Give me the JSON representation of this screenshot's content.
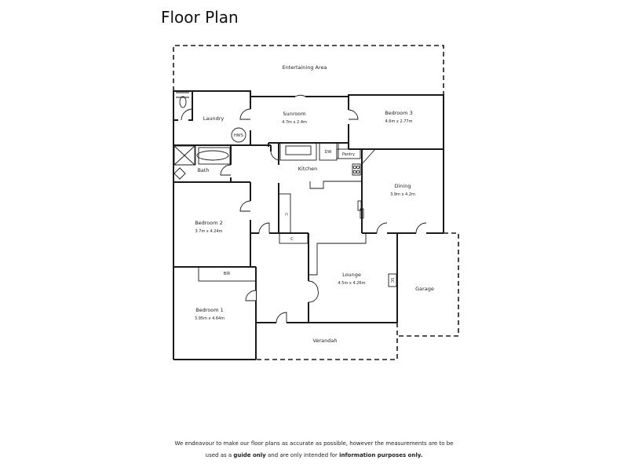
{
  "title": "Floor Plan",
  "rooms": {
    "entertaining": {
      "name": "Entertaining Area"
    },
    "laundry": {
      "name": "Laundry"
    },
    "hws": {
      "name": "HWS"
    },
    "sunroom": {
      "name": "Sunroom",
      "size": "4.7m x 2.4m"
    },
    "bedroom3": {
      "name": "Bedroom 3",
      "size": "4.6m x 2.77m"
    },
    "bath": {
      "name": "Bath"
    },
    "kitchen": {
      "name": "Kitchen"
    },
    "dw": {
      "name": "DW"
    },
    "pantry": {
      "name": "Pantry"
    },
    "dining": {
      "name": "Dining",
      "size": "3.9m x 4.2m"
    },
    "bedroom2": {
      "name": "Bedroom 2",
      "size": "3.7m x 4.24m"
    },
    "cupboard1": {
      "name": "C"
    },
    "cupboard2": {
      "name": "C"
    },
    "lounge": {
      "name": "Lounge",
      "size": "4.5m x 4.26m"
    },
    "sc": {
      "name": "SC"
    },
    "garage": {
      "name": "Garage"
    },
    "bir": {
      "name": "BIR"
    },
    "bedroom1": {
      "name": "Bedroom 1",
      "size": "3.95m x 4.64m"
    },
    "verandah": {
      "name": "Verandah"
    }
  },
  "disclaimer": {
    "line1": "We endeavour to make our floor plans as accurate as possible, however the measurements are to be",
    "line2_a": "used as a ",
    "line2_b": "guide only",
    "line2_c": " and are only intended for ",
    "line2_d": "information purposes only."
  }
}
